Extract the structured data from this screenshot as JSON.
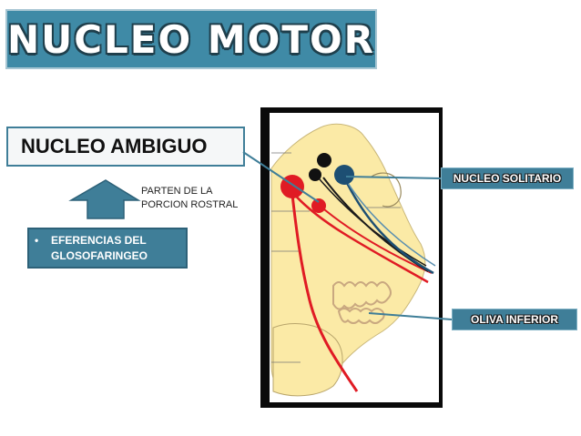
{
  "title": "NUCLEO MOTOR",
  "ambiguo_label": "NUCLEO AMBIGUO",
  "parten_text_line1": "PARTEN DE LA",
  "parten_text_line2": "PORCION ROSTRAL",
  "eferencias": {
    "bullet": "•",
    "line1": "EFERENCIAS DEL",
    "line2": "GLOSOFARINGEO"
  },
  "callouts": {
    "solitario": "NUCLEO SOLITARIO",
    "oliva": "OLIVA INFERIOR"
  },
  "colors": {
    "title_bg": "#3f8aa6",
    "accent_blue": "#3f7e98",
    "nucleus_red": "#e01b24",
    "nucleus_dark_blue": "#1d4f73",
    "tissue_yellow": "#fbeaa6"
  },
  "icons": {
    "arrow": "up-arrow-icon"
  }
}
